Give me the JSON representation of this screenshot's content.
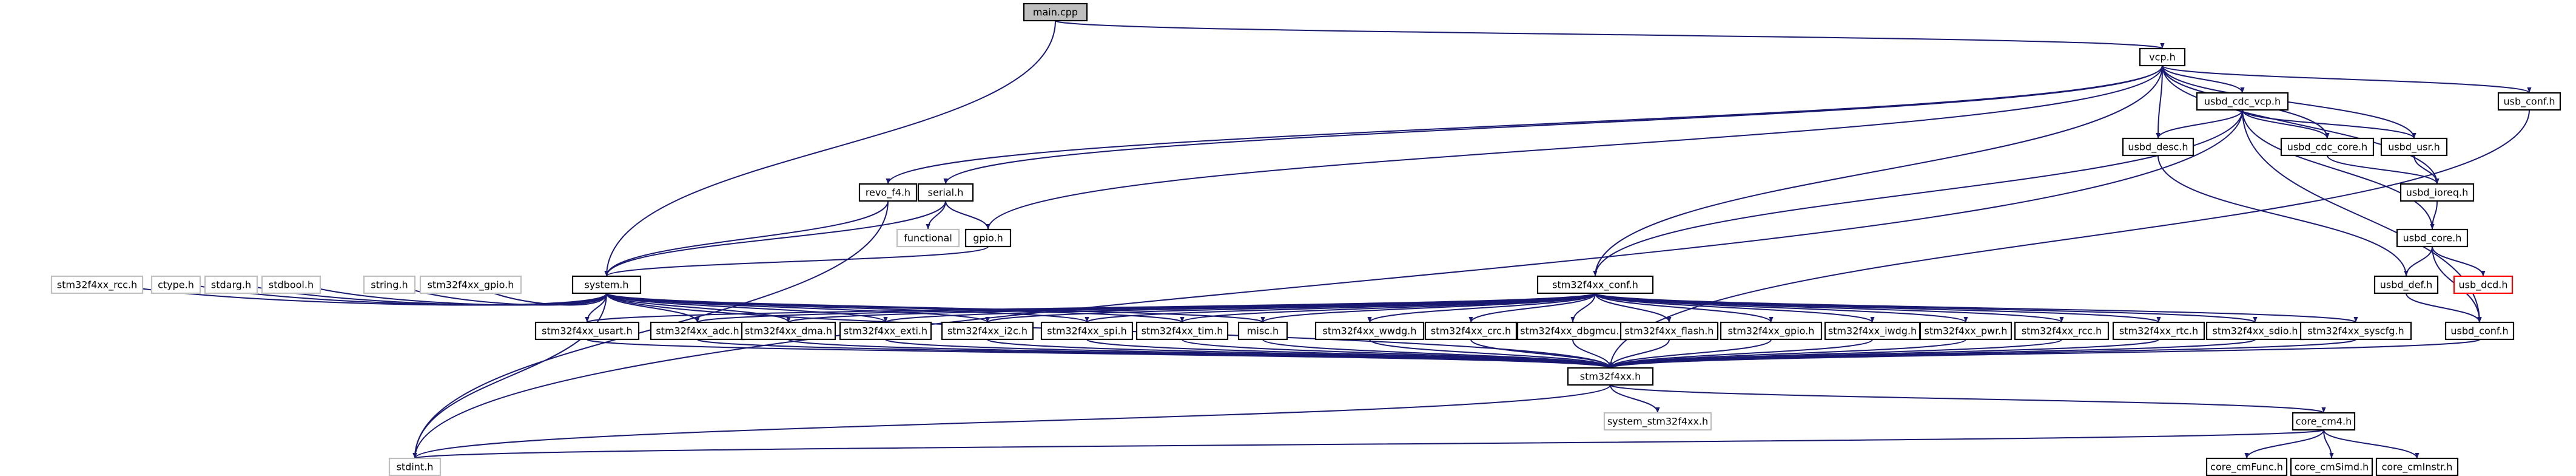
{
  "colors": {
    "edge": "#191970",
    "root_fill": "#bfbfbf",
    "ghost_border": "#bfbfbf",
    "missing_border": "#ff0000"
  },
  "nodes": [
    {
      "id": "main",
      "label": "main.cpp",
      "kind": "root"
    },
    {
      "id": "vcp",
      "label": "vcp.h",
      "kind": "normal"
    },
    {
      "id": "usbd_cdc_vcp",
      "label": "usbd_cdc_vcp.h",
      "kind": "normal"
    },
    {
      "id": "usb_conf",
      "label": "usb_conf.h",
      "kind": "normal"
    },
    {
      "id": "usbd_desc",
      "label": "usbd_desc.h",
      "kind": "normal"
    },
    {
      "id": "usbd_cdc_core",
      "label": "usbd_cdc_core.h",
      "kind": "normal"
    },
    {
      "id": "usbd_usr",
      "label": "usbd_usr.h",
      "kind": "normal"
    },
    {
      "id": "usbd_ioreq",
      "label": "usbd_ioreq.h",
      "kind": "normal"
    },
    {
      "id": "usbd_core",
      "label": "usbd_core.h",
      "kind": "normal"
    },
    {
      "id": "usbd_def",
      "label": "usbd_def.h",
      "kind": "normal"
    },
    {
      "id": "usb_dcd",
      "label": "usb_dcd.h",
      "kind": "red"
    },
    {
      "id": "usbd_conf",
      "label": "usbd_conf.h",
      "kind": "normal"
    },
    {
      "id": "revo",
      "label": "revo_f4.h",
      "kind": "normal"
    },
    {
      "id": "serial",
      "label": "serial.h",
      "kind": "normal"
    },
    {
      "id": "functional",
      "label": "functional",
      "kind": "ghost"
    },
    {
      "id": "gpio",
      "label": "gpio.h",
      "kind": "normal"
    },
    {
      "id": "system",
      "label": "system.h",
      "kind": "normal"
    },
    {
      "id": "conf",
      "label": "stm32f4xx_conf.h",
      "kind": "normal"
    },
    {
      "id": "rcc_ghost",
      "label": "stm32f4xx_rcc.h",
      "kind": "ghost"
    },
    {
      "id": "ctype",
      "label": "ctype.h",
      "kind": "ghost"
    },
    {
      "id": "stdarg",
      "label": "stdarg.h",
      "kind": "ghost"
    },
    {
      "id": "stdbool",
      "label": "stdbool.h",
      "kind": "ghost"
    },
    {
      "id": "string",
      "label": "string.h",
      "kind": "ghost"
    },
    {
      "id": "gpio_ghost",
      "label": "stm32f4xx_gpio.h",
      "kind": "ghost"
    },
    {
      "id": "usart",
      "label": "stm32f4xx_usart.h",
      "kind": "normal"
    },
    {
      "id": "adc",
      "label": "stm32f4xx_adc.h",
      "kind": "normal"
    },
    {
      "id": "dma",
      "label": "stm32f4xx_dma.h",
      "kind": "normal"
    },
    {
      "id": "exti",
      "label": "stm32f4xx_exti.h",
      "kind": "normal"
    },
    {
      "id": "i2c",
      "label": "stm32f4xx_i2c.h",
      "kind": "normal"
    },
    {
      "id": "spi",
      "label": "stm32f4xx_spi.h",
      "kind": "normal"
    },
    {
      "id": "tim",
      "label": "stm32f4xx_tim.h",
      "kind": "normal"
    },
    {
      "id": "misc",
      "label": "misc.h",
      "kind": "normal"
    },
    {
      "id": "wwdg",
      "label": "stm32f4xx_wwdg.h",
      "kind": "normal"
    },
    {
      "id": "crc",
      "label": "stm32f4xx_crc.h",
      "kind": "normal"
    },
    {
      "id": "dbgmcu",
      "label": "stm32f4xx_dbgmcu.h",
      "kind": "normal"
    },
    {
      "id": "flash",
      "label": "stm32f4xx_flash.h",
      "kind": "normal"
    },
    {
      "id": "gpioh",
      "label": "stm32f4xx_gpio.h",
      "kind": "normal"
    },
    {
      "id": "iwdg",
      "label": "stm32f4xx_iwdg.h",
      "kind": "normal"
    },
    {
      "id": "pwr",
      "label": "stm32f4xx_pwr.h",
      "kind": "normal"
    },
    {
      "id": "rcch",
      "label": "stm32f4xx_rcc.h",
      "kind": "normal"
    },
    {
      "id": "rtc",
      "label": "stm32f4xx_rtc.h",
      "kind": "normal"
    },
    {
      "id": "sdio",
      "label": "stm32f4xx_sdio.h",
      "kind": "normal"
    },
    {
      "id": "syscfg",
      "label": "stm32f4xx_syscfg.h",
      "kind": "normal"
    },
    {
      "id": "f4xx",
      "label": "stm32f4xx.h",
      "kind": "normal"
    },
    {
      "id": "system_f4",
      "label": "system_stm32f4xx.h",
      "kind": "ghost"
    },
    {
      "id": "core_cm4",
      "label": "core_cm4.h",
      "kind": "normal"
    },
    {
      "id": "stdint",
      "label": "stdint.h",
      "kind": "ghost"
    },
    {
      "id": "cmfunc",
      "label": "core_cmFunc.h",
      "kind": "normal"
    },
    {
      "id": "cmsimd",
      "label": "core_cmSimd.h",
      "kind": "normal"
    },
    {
      "id": "cminstr",
      "label": "core_cmInstr.h",
      "kind": "normal"
    }
  ],
  "edges": [
    [
      "main",
      "vcp"
    ],
    [
      "main",
      "system"
    ],
    [
      "vcp",
      "usbd_cdc_vcp"
    ],
    [
      "vcp",
      "usb_conf"
    ],
    [
      "vcp",
      "usbd_desc"
    ],
    [
      "vcp",
      "usbd_cdc_core"
    ],
    [
      "vcp",
      "usbd_usr"
    ],
    [
      "vcp",
      "usbd_ioreq"
    ],
    [
      "vcp",
      "revo"
    ],
    [
      "vcp",
      "serial"
    ],
    [
      "vcp",
      "gpio"
    ],
    [
      "vcp",
      "conf"
    ],
    [
      "usbd_cdc_vcp",
      "usbd_desc"
    ],
    [
      "usbd_cdc_vcp",
      "usbd_cdc_core"
    ],
    [
      "usbd_cdc_vcp",
      "usbd_usr"
    ],
    [
      "usbd_cdc_vcp",
      "usbd_core"
    ],
    [
      "usbd_cdc_vcp",
      "usbd_conf"
    ],
    [
      "usbd_cdc_vcp",
      "conf"
    ],
    [
      "usbd_cdc_vcp",
      "stdint"
    ],
    [
      "usb_conf",
      "f4xx"
    ],
    [
      "usbd_desc",
      "usbd_def"
    ],
    [
      "usbd_cdc_core",
      "usbd_ioreq"
    ],
    [
      "usbd_usr",
      "usbd_ioreq"
    ],
    [
      "usbd_ioreq",
      "usbd_core"
    ],
    [
      "usbd_core",
      "usbd_def"
    ],
    [
      "usbd_core",
      "usb_dcd"
    ],
    [
      "usbd_core",
      "usbd_conf"
    ],
    [
      "usbd_def",
      "usbd_conf"
    ],
    [
      "usbd_conf",
      "f4xx"
    ],
    [
      "revo",
      "system"
    ],
    [
      "revo",
      "stdint"
    ],
    [
      "serial",
      "functional"
    ],
    [
      "serial",
      "gpio"
    ],
    [
      "serial",
      "system"
    ],
    [
      "gpio",
      "system"
    ],
    [
      "system",
      "rcc_ghost"
    ],
    [
      "system",
      "ctype"
    ],
    [
      "system",
      "stdarg"
    ],
    [
      "system",
      "stdbool"
    ],
    [
      "system",
      "string"
    ],
    [
      "system",
      "gpio_ghost"
    ],
    [
      "system",
      "usart"
    ],
    [
      "system",
      "adc"
    ],
    [
      "system",
      "dma"
    ],
    [
      "system",
      "exti"
    ],
    [
      "system",
      "i2c"
    ],
    [
      "system",
      "spi"
    ],
    [
      "system",
      "tim"
    ],
    [
      "system",
      "misc"
    ],
    [
      "system",
      "f4xx"
    ],
    [
      "system",
      "stdint"
    ],
    [
      "conf",
      "usart"
    ],
    [
      "conf",
      "adc"
    ],
    [
      "conf",
      "dma"
    ],
    [
      "conf",
      "exti"
    ],
    [
      "conf",
      "i2c"
    ],
    [
      "conf",
      "spi"
    ],
    [
      "conf",
      "tim"
    ],
    [
      "conf",
      "misc"
    ],
    [
      "conf",
      "wwdg"
    ],
    [
      "conf",
      "crc"
    ],
    [
      "conf",
      "dbgmcu"
    ],
    [
      "conf",
      "flash"
    ],
    [
      "conf",
      "gpioh"
    ],
    [
      "conf",
      "iwdg"
    ],
    [
      "conf",
      "pwr"
    ],
    [
      "conf",
      "rcch"
    ],
    [
      "conf",
      "rtc"
    ],
    [
      "conf",
      "sdio"
    ],
    [
      "conf",
      "syscfg"
    ],
    [
      "usart",
      "f4xx"
    ],
    [
      "adc",
      "f4xx"
    ],
    [
      "dma",
      "f4xx"
    ],
    [
      "exti",
      "f4xx"
    ],
    [
      "i2c",
      "f4xx"
    ],
    [
      "spi",
      "f4xx"
    ],
    [
      "tim",
      "f4xx"
    ],
    [
      "misc",
      "f4xx"
    ],
    [
      "wwdg",
      "f4xx"
    ],
    [
      "crc",
      "f4xx"
    ],
    [
      "dbgmcu",
      "f4xx"
    ],
    [
      "flash",
      "f4xx"
    ],
    [
      "gpioh",
      "f4xx"
    ],
    [
      "iwdg",
      "f4xx"
    ],
    [
      "pwr",
      "f4xx"
    ],
    [
      "rcch",
      "f4xx"
    ],
    [
      "rtc",
      "f4xx"
    ],
    [
      "sdio",
      "f4xx"
    ],
    [
      "syscfg",
      "f4xx"
    ],
    [
      "f4xx",
      "system_f4"
    ],
    [
      "f4xx",
      "core_cm4"
    ],
    [
      "f4xx",
      "stdint"
    ],
    [
      "core_cm4",
      "stdint"
    ],
    [
      "core_cm4",
      "cmfunc"
    ],
    [
      "core_cm4",
      "cmsimd"
    ],
    [
      "core_cm4",
      "cminstr"
    ]
  ]
}
